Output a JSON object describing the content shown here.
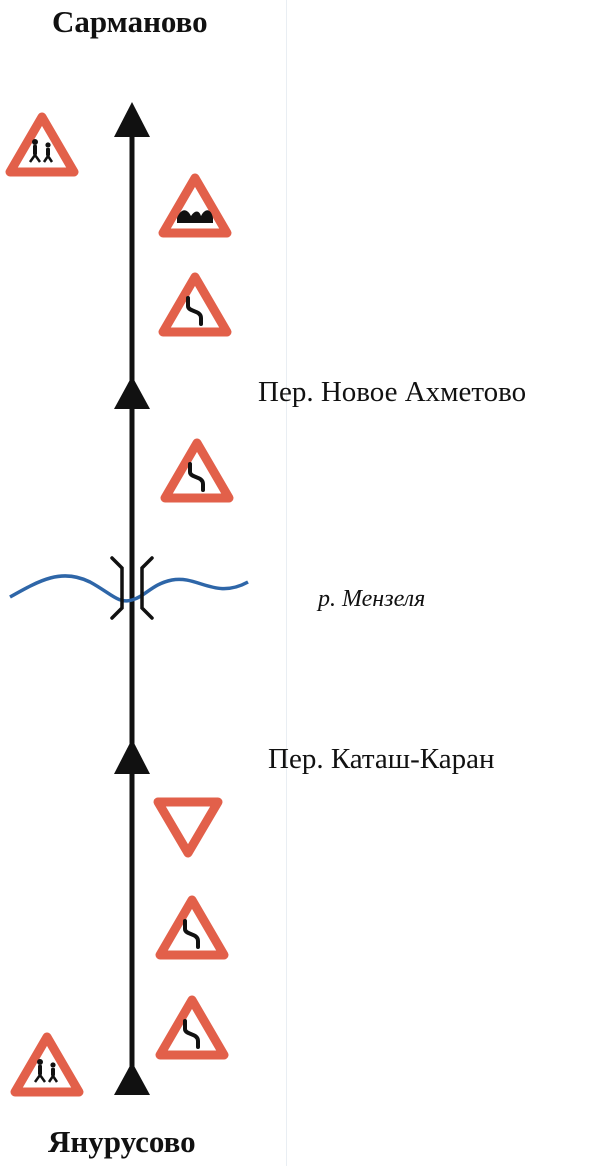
{
  "towns": {
    "north": "Сарманово",
    "south": "Янурусово"
  },
  "crossings": [
    {
      "label": "Пер. Новое Ахметово"
    },
    {
      "label": "Пер. Каташ-Каран"
    }
  ],
  "river": {
    "label": "р. Мензеля"
  },
  "sign_colors": {
    "border": "#e2604a",
    "symbol": "#111111"
  },
  "river_color": "#2e66a8"
}
